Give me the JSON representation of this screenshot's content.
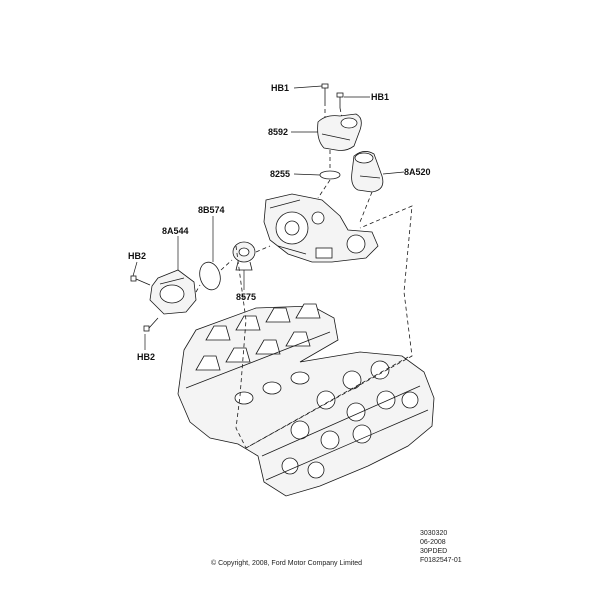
{
  "callouts": {
    "hb1_left": "HB1",
    "hb1_right": "HB1",
    "p8592": "8592",
    "p8255": "8255",
    "p8a520": "8A520",
    "p8b574": "8B574",
    "p8a544": "8A544",
    "hb2_top": "HB2",
    "hb2_bottom": "HB2",
    "p8575": "8575"
  },
  "meta": {
    "line1": "3030320",
    "line2": "06-2008",
    "line3": "30PDED",
    "line4": "F0182547-01"
  },
  "copyright": "© Copyright, 2008, Ford Motor Company Limited"
}
